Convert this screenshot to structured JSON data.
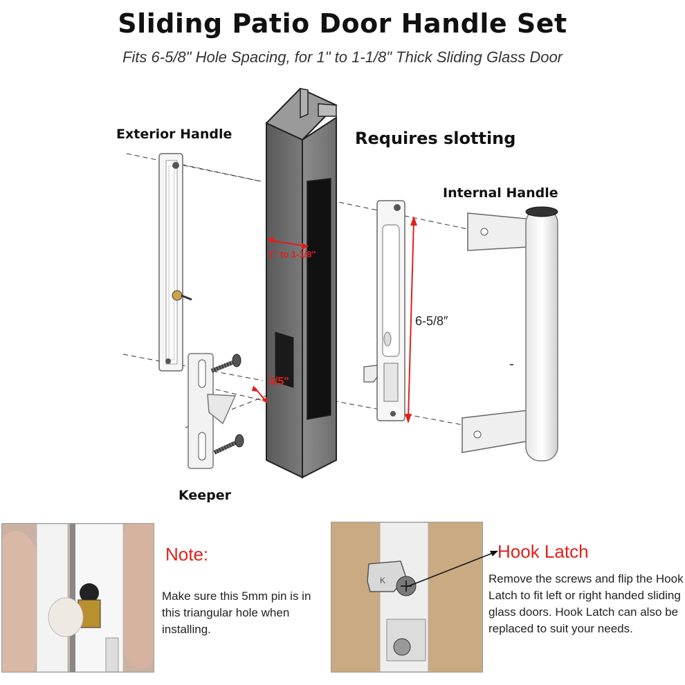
{
  "header": {
    "title": "Sliding Patio Door Handle Set",
    "subtitle": "Fits 6-5/8\" Hole Spacing, for 1\" to 1-1/8\" Thick Sliding Glass Door"
  },
  "diagram": {
    "exterior_handle_label": "Exterior Handle",
    "requires_slotting_label": "Requires slotting",
    "internal_handle_label": "Internal Handle",
    "keeper_label": "Keeper",
    "thickness_dimension": "1\" to 1-1/8\"",
    "offset_dimension": "3/5\"",
    "spacing_dimension": "6-5/8″"
  },
  "note": {
    "title": "Note:",
    "text": "Make sure this 5mm pin is in this triangular hole when installing."
  },
  "hook_latch": {
    "title": "Hook Latch",
    "text": "Remove the screws and flip the Hook Latch to fit left or right handed sliding glass doors. Hook Latch can also be replaced to suit your needs.",
    "engraving": "K"
  },
  "colors": {
    "accent_red": "#e0201b",
    "frame_gray": "#6b6b6b",
    "handle_white": "#f4f4f4"
  }
}
